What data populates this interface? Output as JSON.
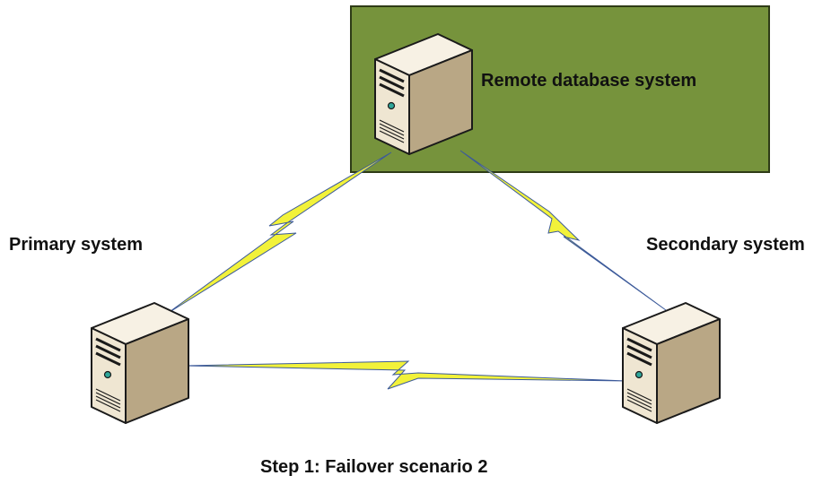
{
  "labels": {
    "remote": "Remote database system",
    "primary": "Primary system",
    "secondary": "Secondary system",
    "caption": "Step 1: Failover scenario 2"
  },
  "colors": {
    "remote_box_fill": "#76933C",
    "remote_box_border": "#2E3B16",
    "link_lightning": "#F2F23A",
    "link_line": "#3C5A9A",
    "server_front": "#EFE6D2",
    "server_side": "#B9A785",
    "server_top": "#F7F1E4",
    "server_outline": "#1A1A1A",
    "server_light": "#2FA79A"
  },
  "icons": {
    "server": "server-tower-icon",
    "link": "lightning-link-icon"
  }
}
